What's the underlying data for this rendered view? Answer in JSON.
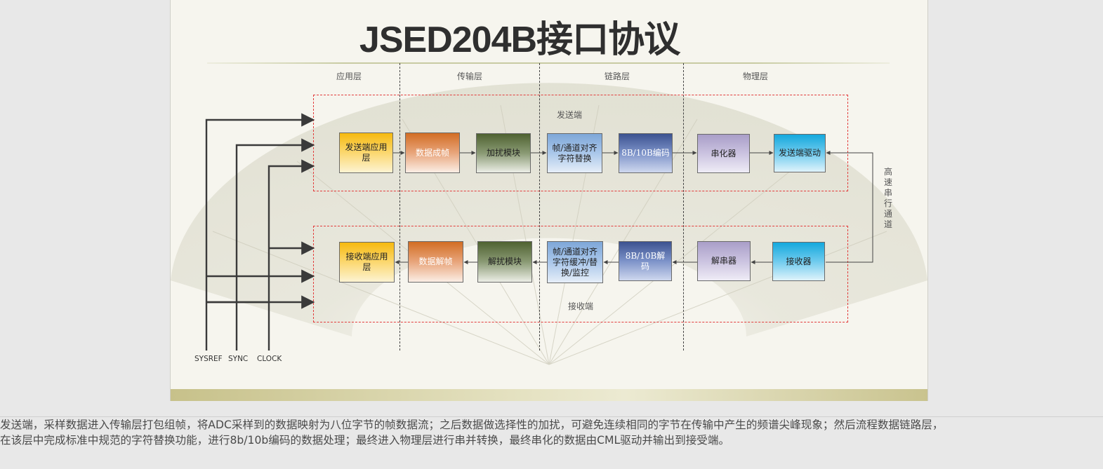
{
  "title": "JSED204B接口协议",
  "layers": [
    "应用层",
    "传输层",
    "链路层",
    "物理层"
  ],
  "tx_label": "发送端",
  "rx_label": "接收端",
  "channel_label": "高速串行通道",
  "signals": [
    "SYSREF",
    "SYNC",
    "CLOCK"
  ],
  "tx_blocks": [
    "发送端应用层",
    "数据成帧",
    "加扰模块",
    "帧/通道对齐字符替换",
    "8B/10B编码",
    "串化器",
    "发送端驱动"
  ],
  "rx_blocks": [
    "接收端应用层",
    "数据解帧",
    "解扰模块",
    "帧/通道对齐字符缓冲/替换/监控",
    "8B/10B解码",
    "解串器",
    "接收器"
  ],
  "caption": [
    "发送端，采样数据进入传输层打包组帧，将ADC采样到的数据映射为八位字节的帧数据流；之后数据做选择性的加扰，可避免连续相同的字节在传输中产生的频谱尖峰现象；然后流程数据链路层，",
    "在该层中完成标准中规范的字符替换功能，进行8b/10b编码的数据处理；最终进入物理层进行串并转换，最终串化的数据由CML驱动并输出到接受端。"
  ]
}
